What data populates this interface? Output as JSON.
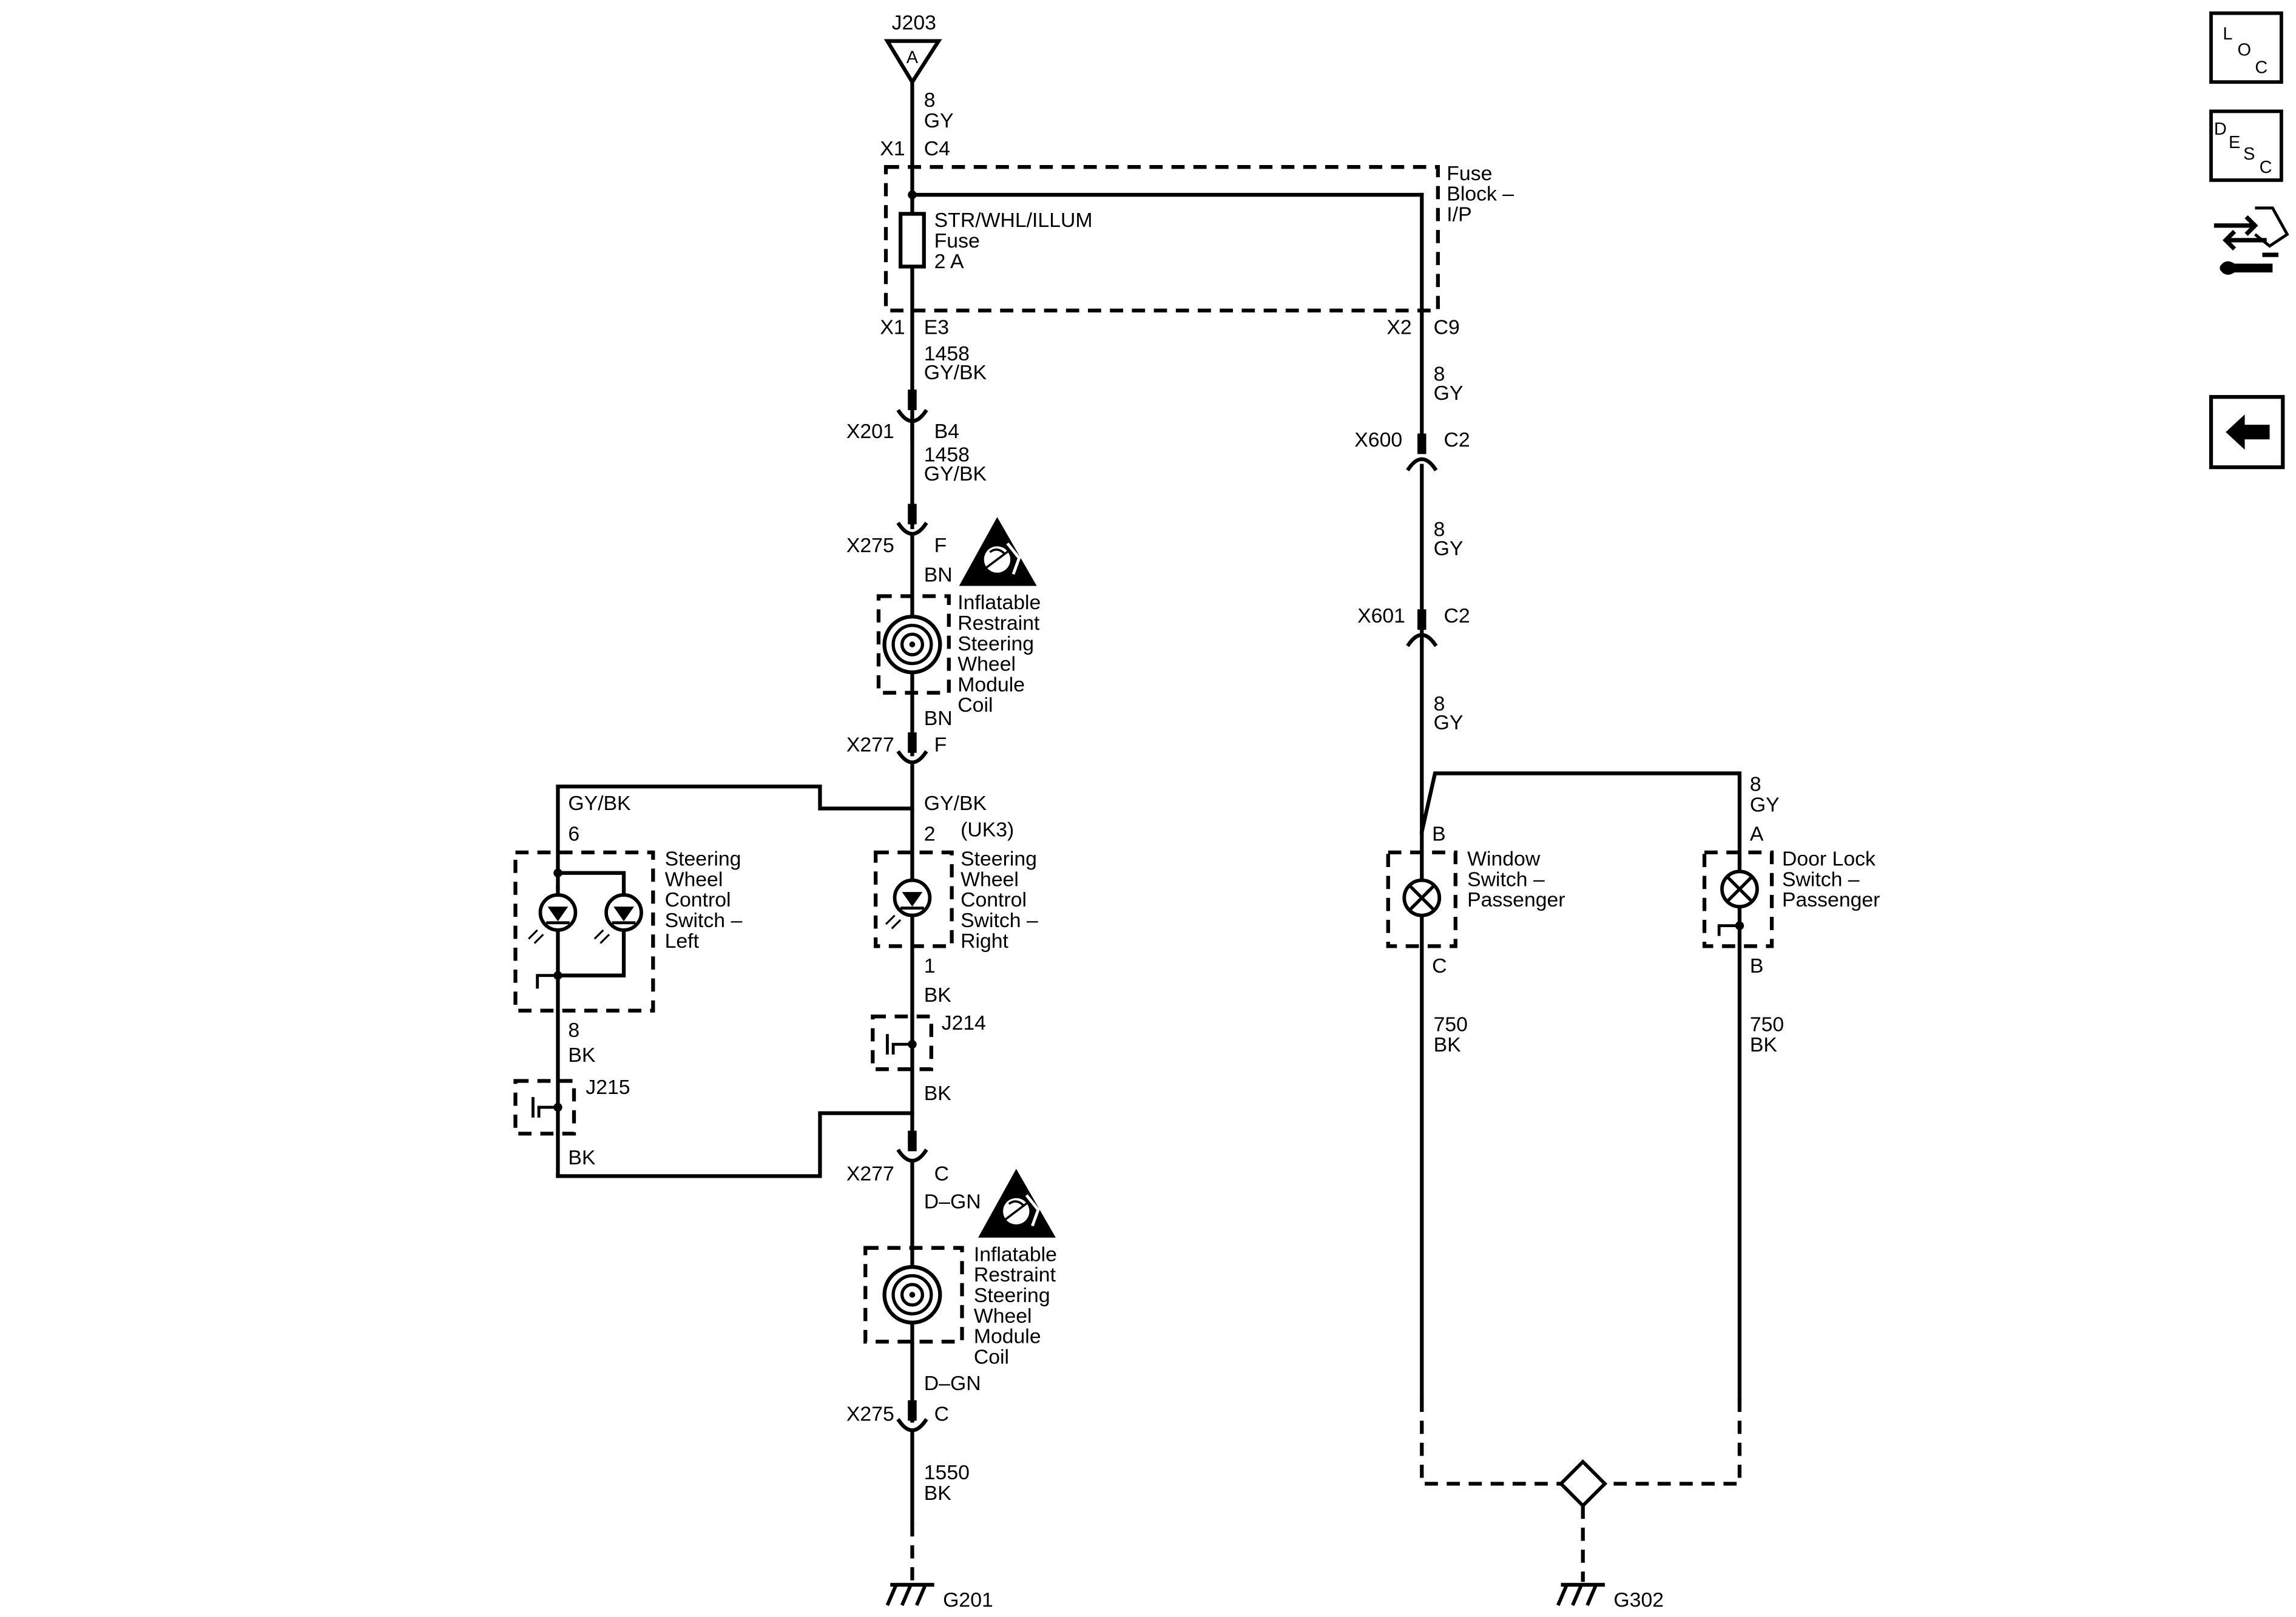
{
  "nav": {
    "loc": {
      "l": "L",
      "o": "O",
      "c": "C"
    },
    "desc": {
      "d": "D",
      "e": "E",
      "s": "S",
      "c": "C"
    },
    "connector_views_icon": "connector-tools-icon",
    "back_icon": "left-arrow-icon"
  },
  "top": {
    "connector": "J203",
    "pin": "A",
    "wire_size": "8",
    "wire_color": "GY",
    "x1_top": "X1",
    "c4": "C4"
  },
  "fuse_block": {
    "title_1": "Fuse",
    "title_2": "Block –",
    "title_3": "I/P",
    "fuse_name": "STR/WHL/ILLUM",
    "fuse_word": "Fuse",
    "fuse_rating": "2 A",
    "x1_bottom": "X1",
    "e3": "E3",
    "x2": "X2",
    "c9": "C9"
  },
  "left_circuit": {
    "w1_size": "1458",
    "w1_color": "GY/BK",
    "x201": "X201",
    "b4": "B4",
    "w2_size": "1458",
    "w2_color": "GY/BK",
    "x275_top": "X275",
    "f_top": "F",
    "bn_top": "BN",
    "coil_top_l1": "Inflatable",
    "coil_top_l2": "Restraint",
    "coil_top_l3": "Steering",
    "coil_top_l4": "Wheel",
    "coil_top_l5": "Module",
    "coil_top_l6": "Coil",
    "bn_bottom": "BN",
    "x277_top": "X277",
    "f_277": "F",
    "gybk_right": "GY/BK",
    "pin2": "2",
    "uk3": "(UK3)",
    "sw_right_l1": "Steering",
    "sw_right_l2": "Wheel",
    "sw_right_l3": "Control",
    "sw_right_l4": "Switch –",
    "sw_right_l5": "Right",
    "pin1": "1",
    "bk1": "BK",
    "j214": "J214",
    "bk2": "BK",
    "gybk_left": "GY/BK",
    "pin6": "6",
    "sw_left_l1": "Steering",
    "sw_left_l2": "Wheel",
    "sw_left_l3": "Control",
    "sw_left_l4": "Switch –",
    "sw_left_l5": "Left",
    "pin8": "8",
    "bk_left1": "BK",
    "j215": "J215",
    "bk_left2": "BK",
    "x277_bottom": "X277",
    "c_277": "C",
    "dgn_top": "D–GN",
    "coil_bot_l1": "Inflatable",
    "coil_bot_l2": "Restraint",
    "coil_bot_l3": "Steering",
    "coil_bot_l4": "Wheel",
    "coil_bot_l5": "Module",
    "coil_bot_l6": "Coil",
    "dgn_bottom": "D–GN",
    "x275_bottom": "X275",
    "c_275": "C",
    "w_last_size": "1550",
    "w_last_color": "BK",
    "ground": "G201"
  },
  "right_circuit": {
    "w1_size": "8",
    "w1_color": "GY",
    "x600": "X600",
    "c2_600": "C2",
    "w2_size": "8",
    "w2_color": "GY",
    "x601": "X601",
    "c2_601": "C2",
    "w3_size": "8",
    "w3_color": "GY",
    "w4_size": "8",
    "w4_color": "GY",
    "pin_b": "B",
    "pin_a": "A",
    "win_l1": "Window",
    "win_l2": "Switch –",
    "win_l3": "Passenger",
    "door_l1": "Door Lock",
    "door_l2": "Switch –",
    "door_l3": "Passenger",
    "pin_c": "C",
    "pin_b2": "B",
    "w5_size": "750",
    "w5_color": "BK",
    "w6_size": "750",
    "w6_color": "BK",
    "ground": "G302"
  }
}
